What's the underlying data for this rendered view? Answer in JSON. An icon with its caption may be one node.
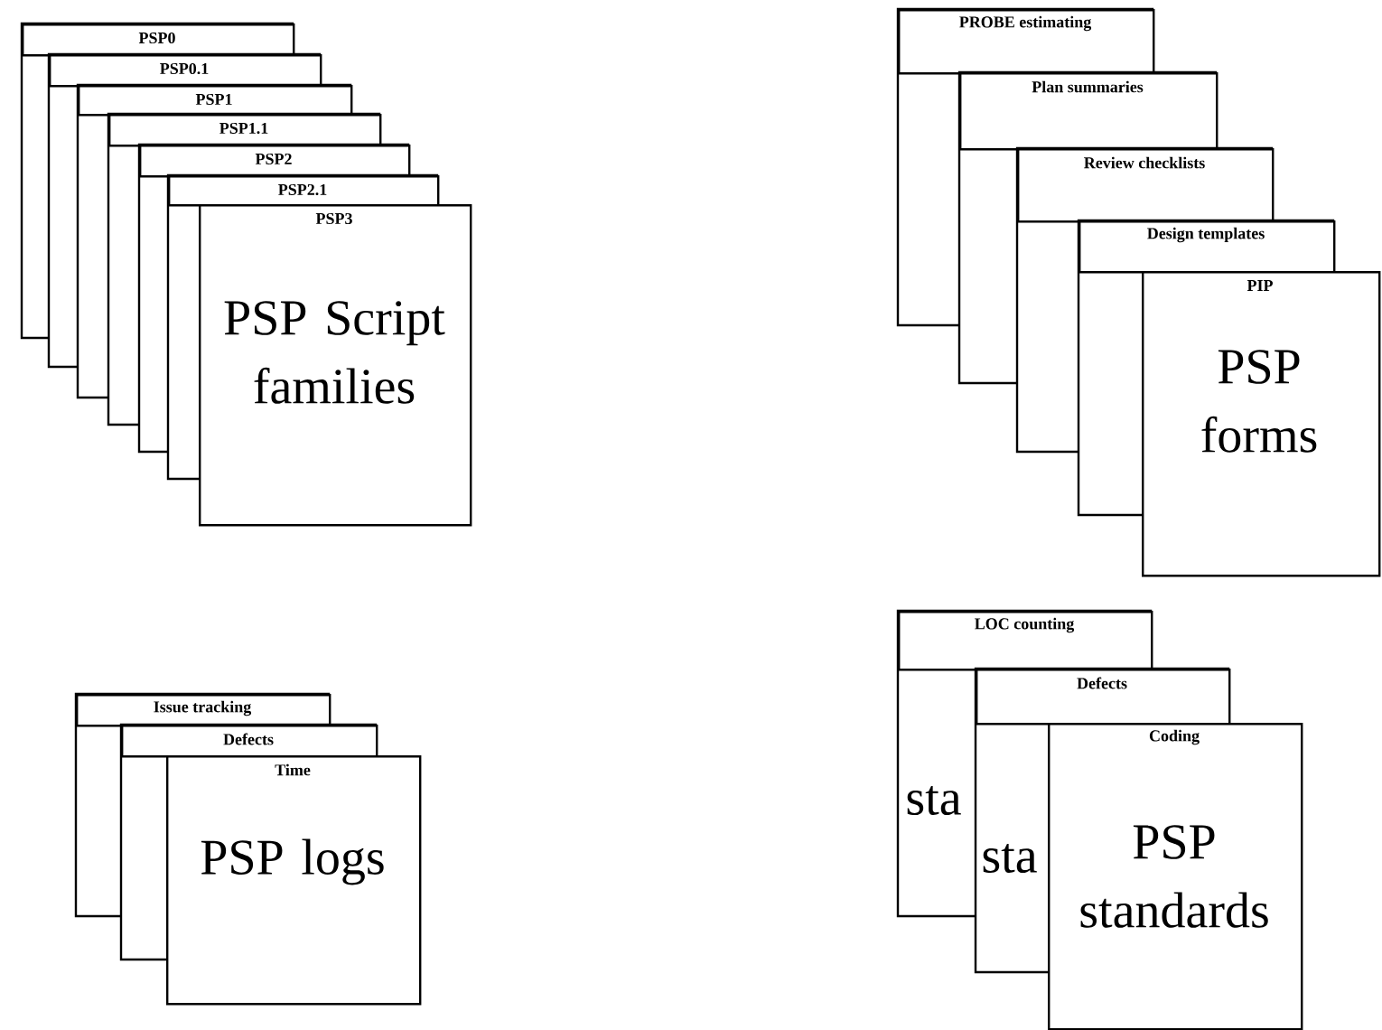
{
  "diagram": {
    "nodes": [
      {
        "text": [
          "PSP0"
        ]
      },
      {
        "text": [
          "PSP0.1"
        ]
      },
      {
        "text": [
          "PSP1"
        ]
      },
      {
        "text": [
          "PSP1.1"
        ]
      },
      {
        "text": [
          "PSP2"
        ]
      },
      {
        "text": [
          "PSP2.1"
        ]
      },
      {
        "text": [
          "PSP3",
          "PSP Script families"
        ]
      },
      {
        "text": [
          "PROBE estimating"
        ]
      },
      {
        "text": [
          "Plan summaries"
        ]
      },
      {
        "text": [
          "Review checklists"
        ]
      },
      {
        "text": [
          "Design templates"
        ]
      },
      {
        "text": [
          "PIP",
          "PSP forms"
        ]
      },
      {
        "text": [
          "Issue tracking"
        ]
      },
      {
        "text": [
          "Defects"
        ]
      },
      {
        "text": [
          "Time",
          "PSP logs"
        ]
      },
      {
        "text": [
          "LOC counting"
        ]
      },
      {
        "text": [
          "Defects"
        ]
      },
      {
        "text": [
          "Coding",
          "PSP standards"
        ]
      }
    ],
    "labels": [
      "sta",
      "sta"
    ]
  }
}
